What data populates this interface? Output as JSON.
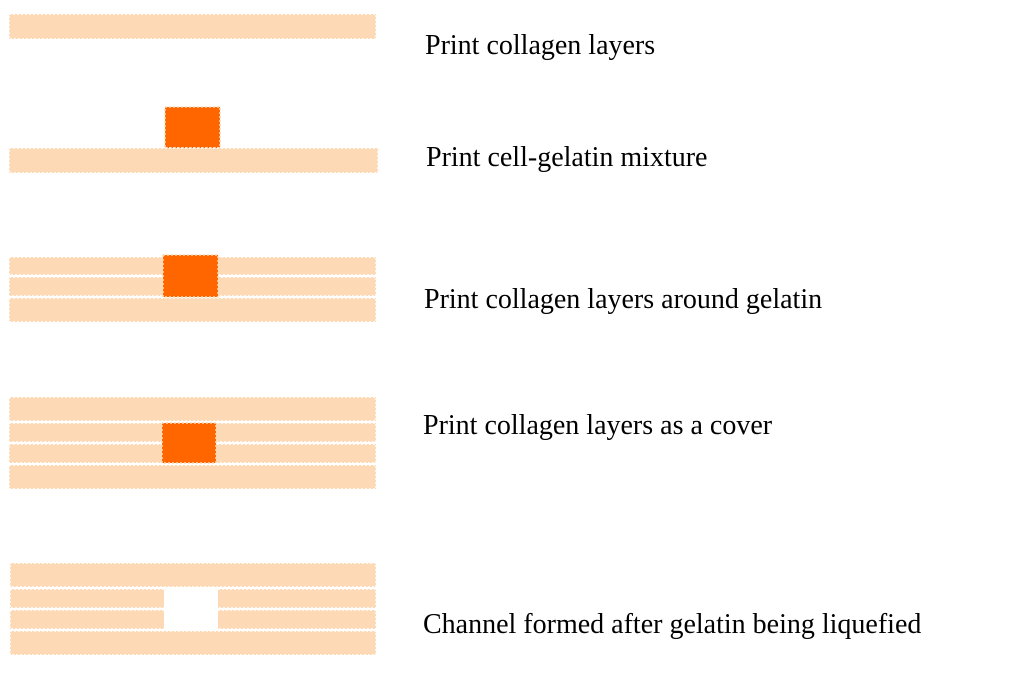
{
  "colors": {
    "collagen": "#FDD9B5",
    "collagen_edge": "#FFFFFF",
    "gelatin": "#FF6600",
    "channel": "#FFFFFF",
    "text": "#000000"
  },
  "steps": [
    {
      "label": "Print collagen layers",
      "collagen_layers": 1,
      "content": "none"
    },
    {
      "label": "Print cell-gelatin mixture",
      "collagen_layers": 1,
      "content": "gelatin"
    },
    {
      "label": "Print collagen layers around gelatin",
      "collagen_layers": 3,
      "content": "gelatin"
    },
    {
      "label": "Print collagen layers as a cover",
      "collagen_layers": 4,
      "content": "gelatin"
    },
    {
      "label": "Channel formed after gelatin being liquefied",
      "collagen_layers": 4,
      "content": "channel"
    }
  ]
}
